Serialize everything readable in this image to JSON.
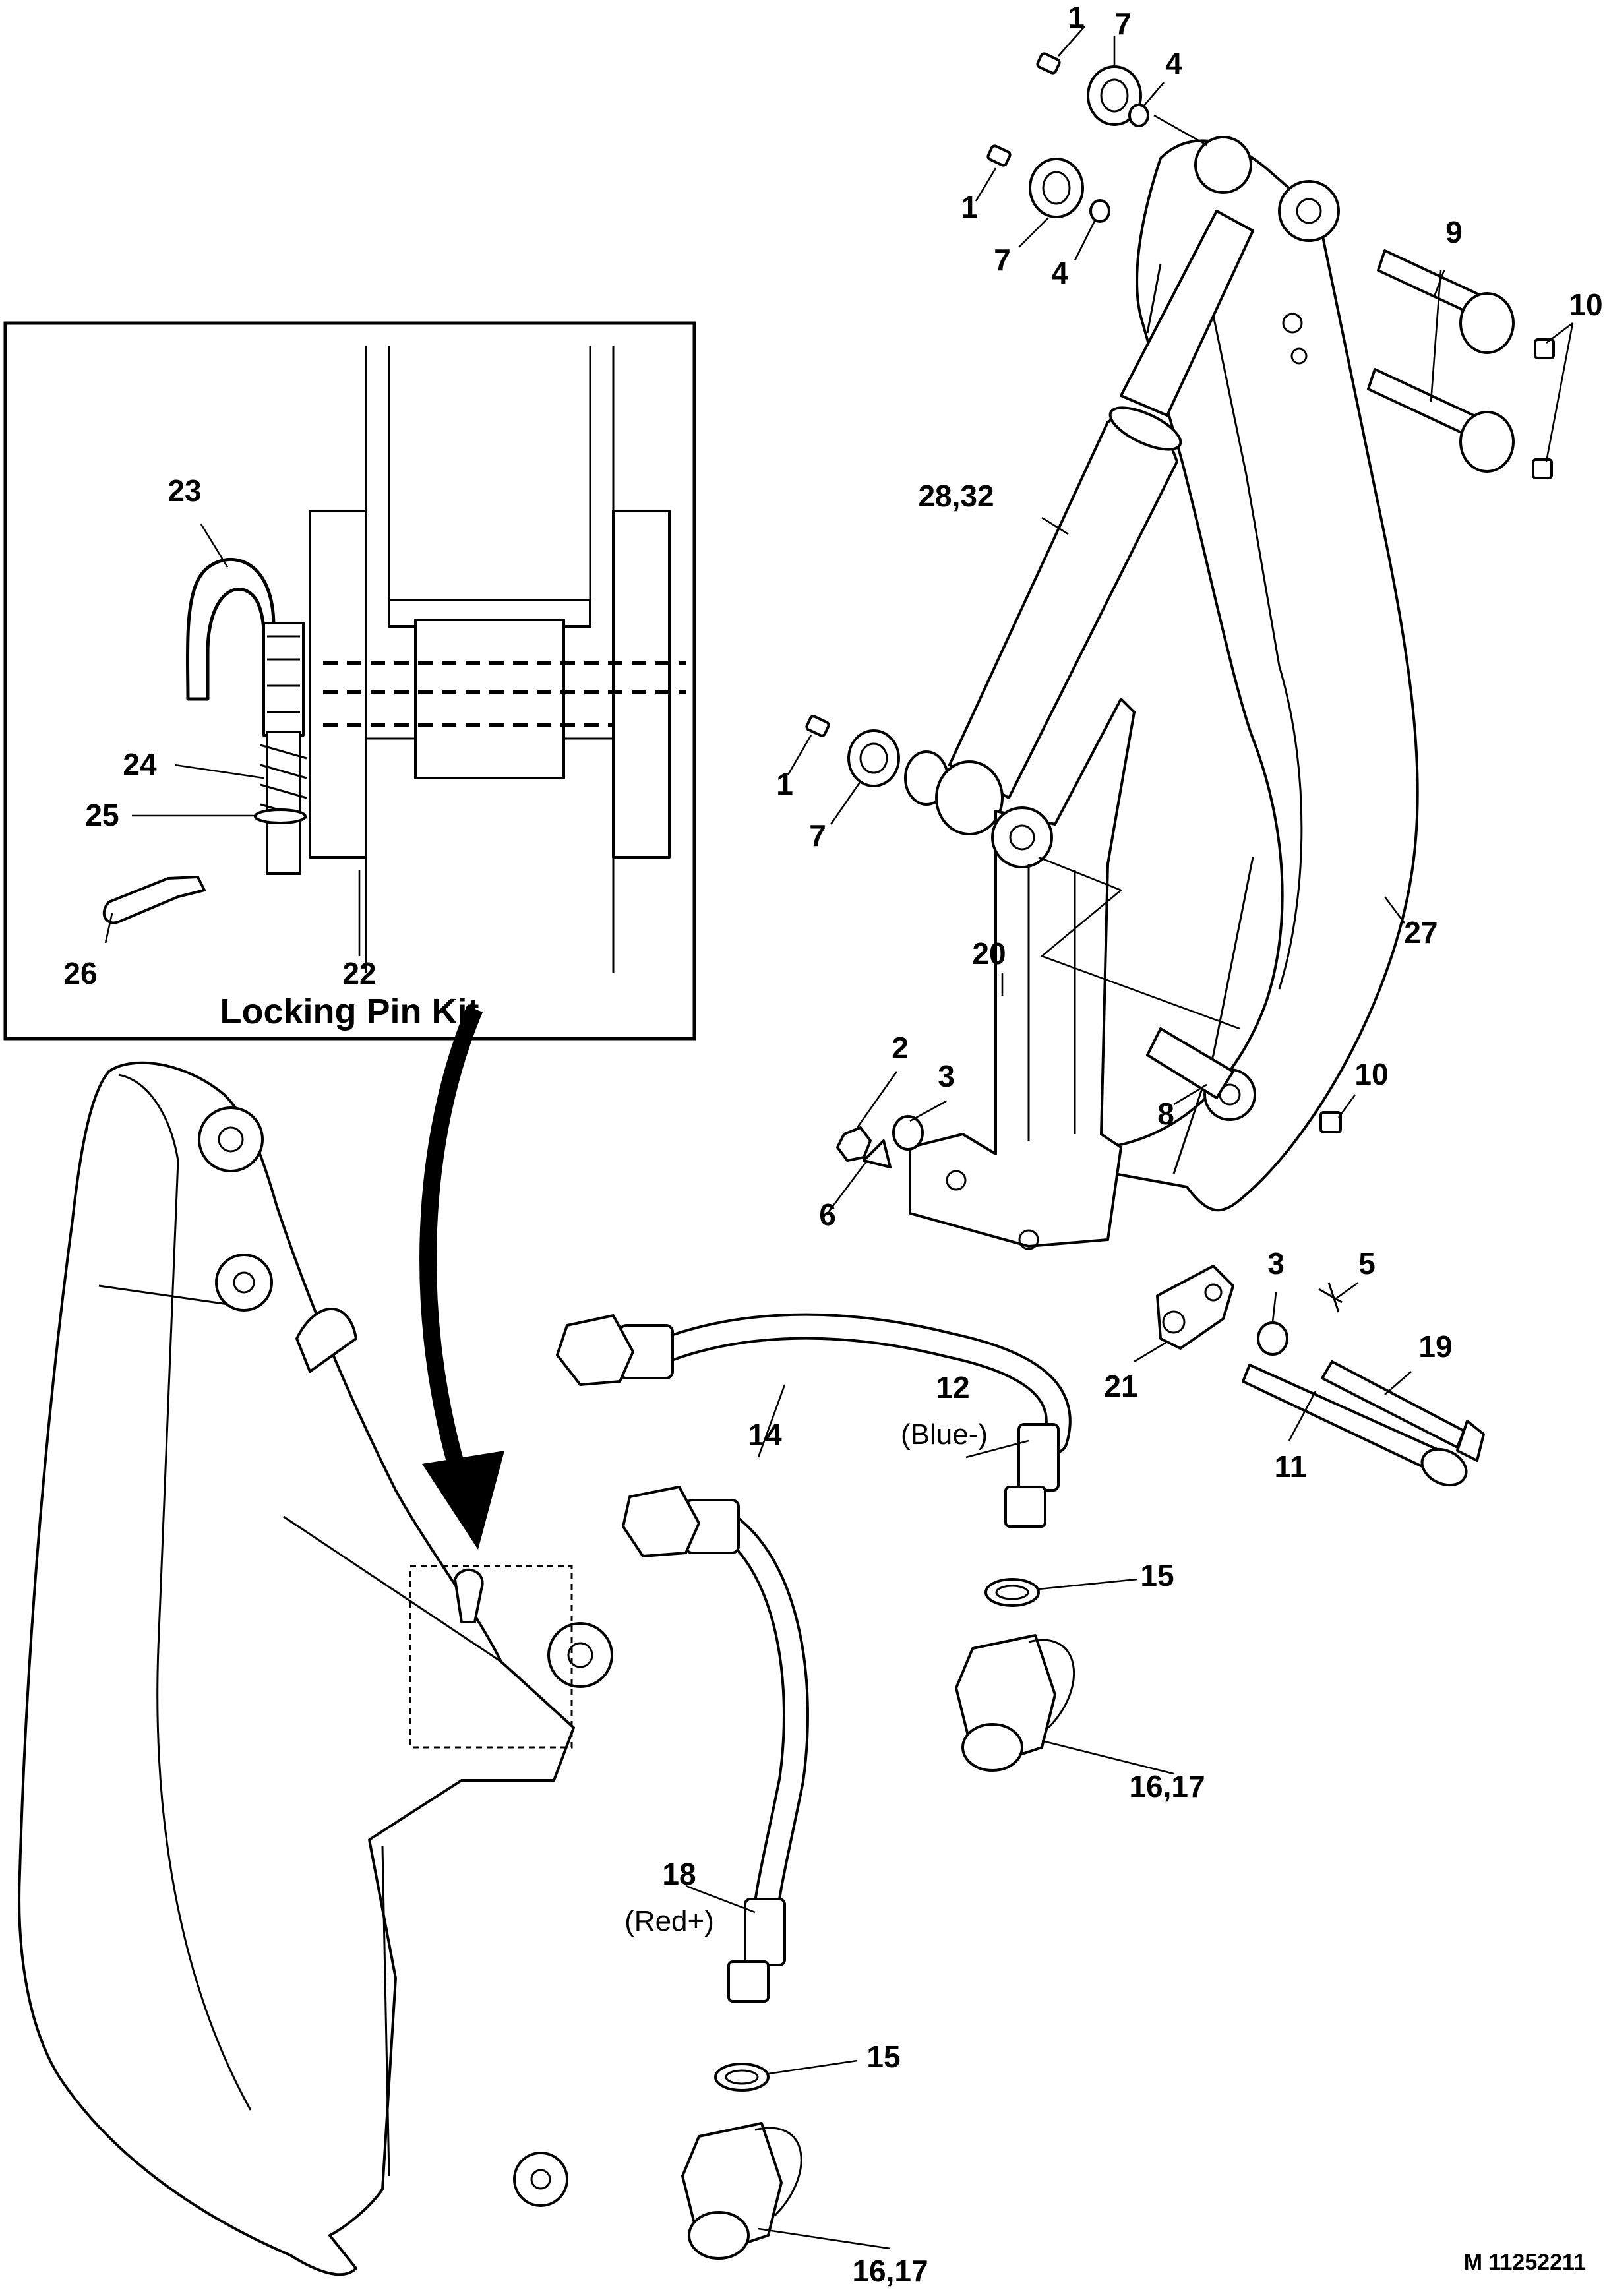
{
  "inset": {
    "title": "Locking Pin Kit"
  },
  "figure_number": "M 11252211",
  "callouts": {
    "c1a": "1",
    "c7a": "7",
    "c4a": "4",
    "c1b": "1",
    "c7b": "7",
    "c4b": "4",
    "c9": "9",
    "c10a": "10",
    "c2832": "28,32",
    "c1c": "1",
    "c7c": "7",
    "c27": "27",
    "c20": "20",
    "c2": "2",
    "c3a": "3",
    "c10b": "10",
    "c8": "8",
    "c6": "6",
    "c3b": "3",
    "c5": "5",
    "c19": "19",
    "c21": "21",
    "c11": "11",
    "c14": "14",
    "c12": "12",
    "c15a": "15",
    "c1617a": "16,17",
    "c18": "18",
    "c15b": "15",
    "c1617b": "16,17",
    "c23": "23",
    "c24": "24",
    "c25": "25",
    "c26": "26",
    "c22": "22"
  },
  "notes": {
    "blue": "(Blue-)",
    "red": "(Red+)"
  }
}
